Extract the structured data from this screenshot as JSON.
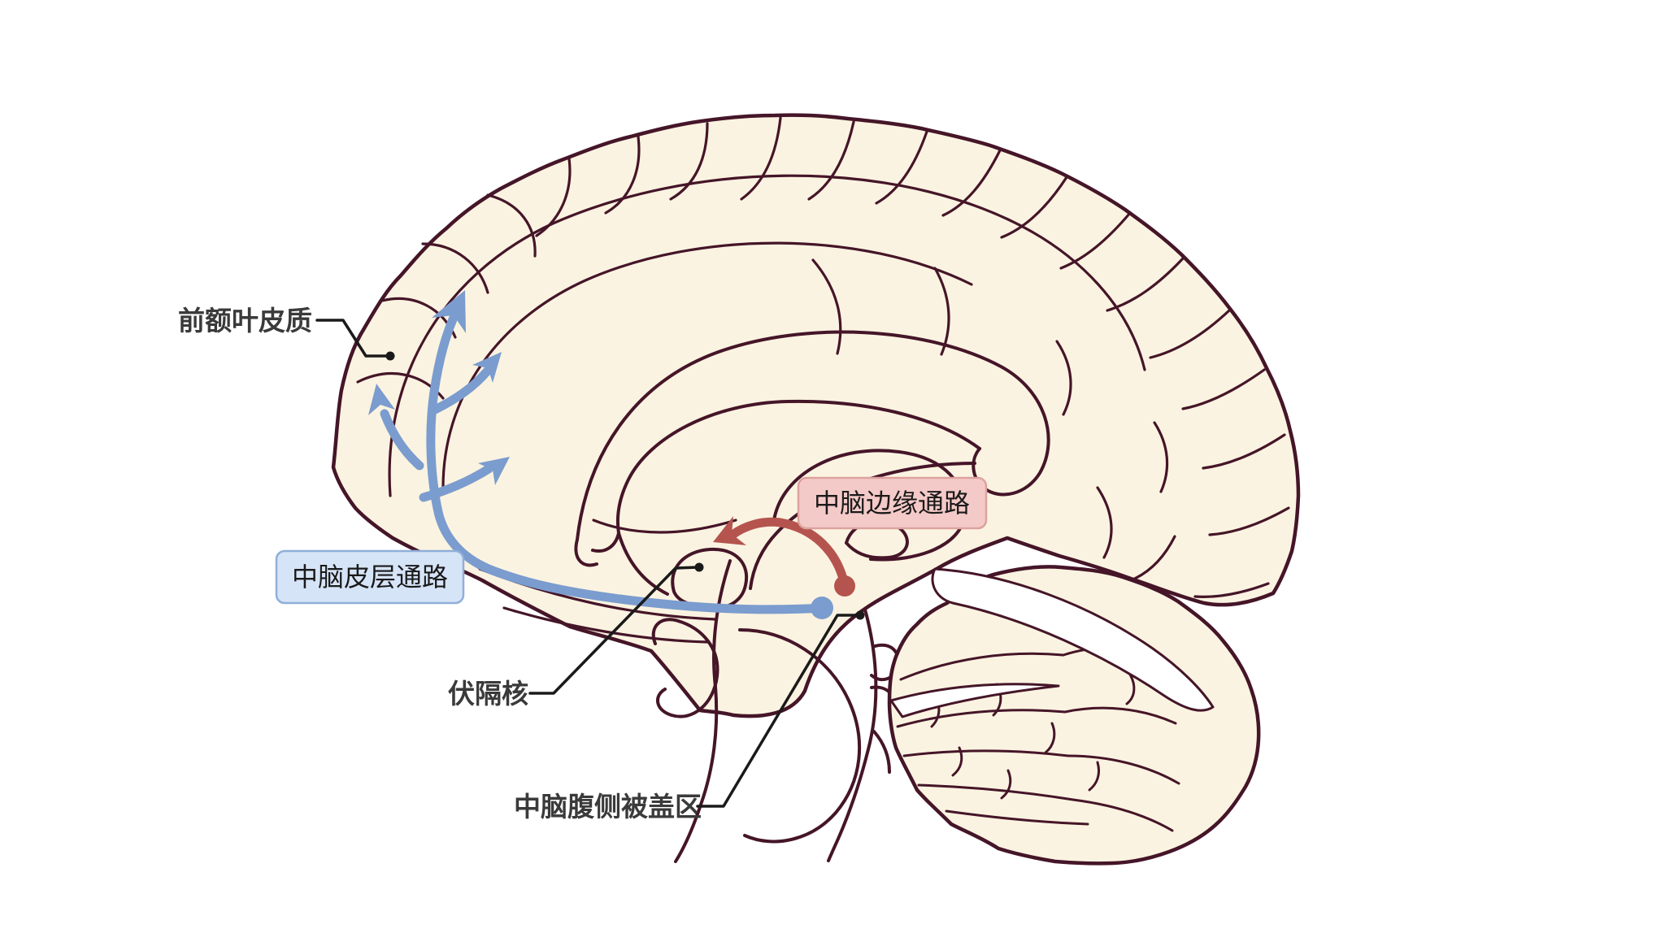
{
  "figure": {
    "type": "anatomical-diagram",
    "subject": "sagittal human brain dopamine pathways",
    "background": "#FFFFFF",
    "brain": {
      "fill": "#FBF3E1",
      "outline_color": "#451528"
    },
    "annotations": {
      "prefrontal_cortex_label": "前额叶皮质",
      "nucleus_accumbens_label": "伏隔核",
      "vta_label": "中脑腹侧被盖区",
      "leader_color": "#1A1A1A",
      "label_text_color": "#3A3A3A"
    },
    "pathways": {
      "mesocortical": {
        "name": "中脑皮层通路",
        "color": "#7B9CCE",
        "box_fill": "#D6E4F7",
        "box_border": "#8FAFD9"
      },
      "mesolimbic": {
        "name": "中脑边缘通路",
        "color": "#B5544E",
        "box_fill": "#F4CAC8",
        "box_border": "#DDA29E"
      }
    }
  }
}
